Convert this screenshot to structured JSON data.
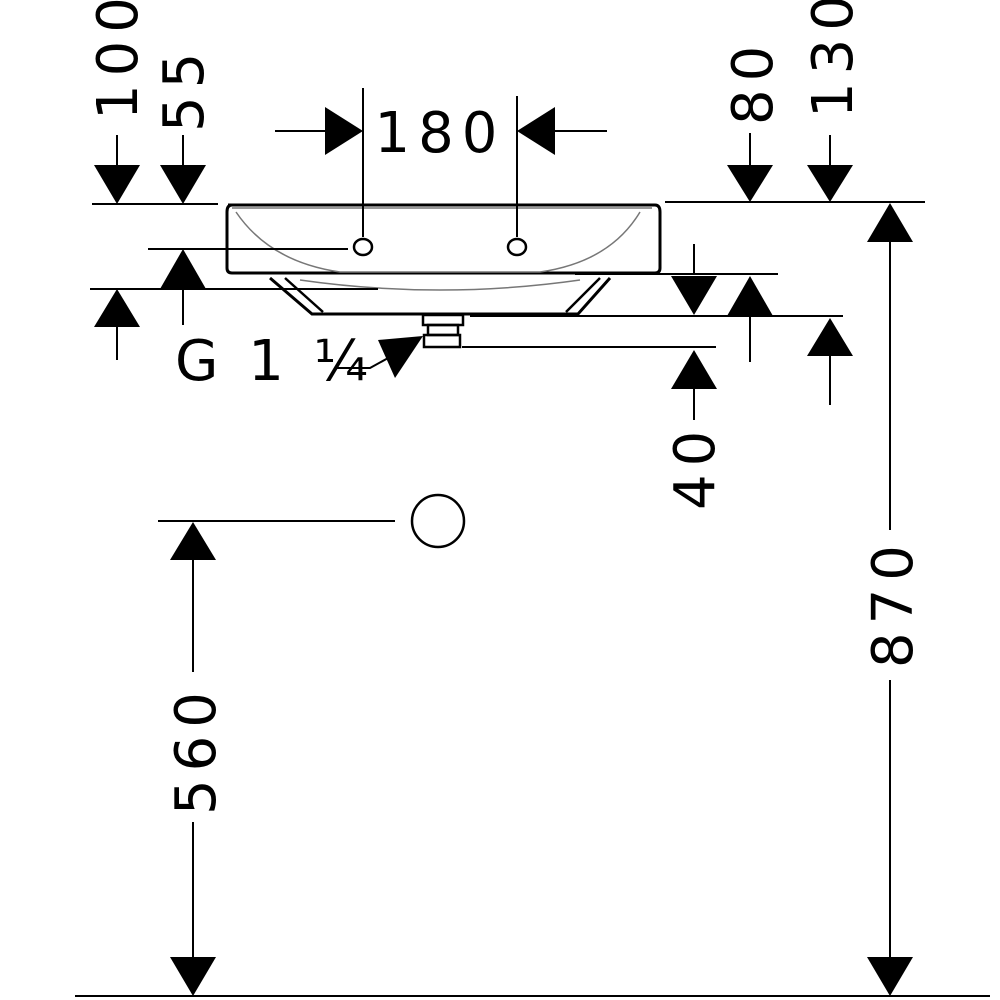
{
  "dimensions": {
    "d100": "100",
    "d55": "55",
    "d180": "180",
    "d80": "80",
    "d130": "130",
    "d40": "40",
    "d870": "870",
    "d560": "560"
  },
  "labels": {
    "thread": "G 1 ¼"
  },
  "colors": {
    "line": "#000000",
    "background": "#ffffff"
  }
}
